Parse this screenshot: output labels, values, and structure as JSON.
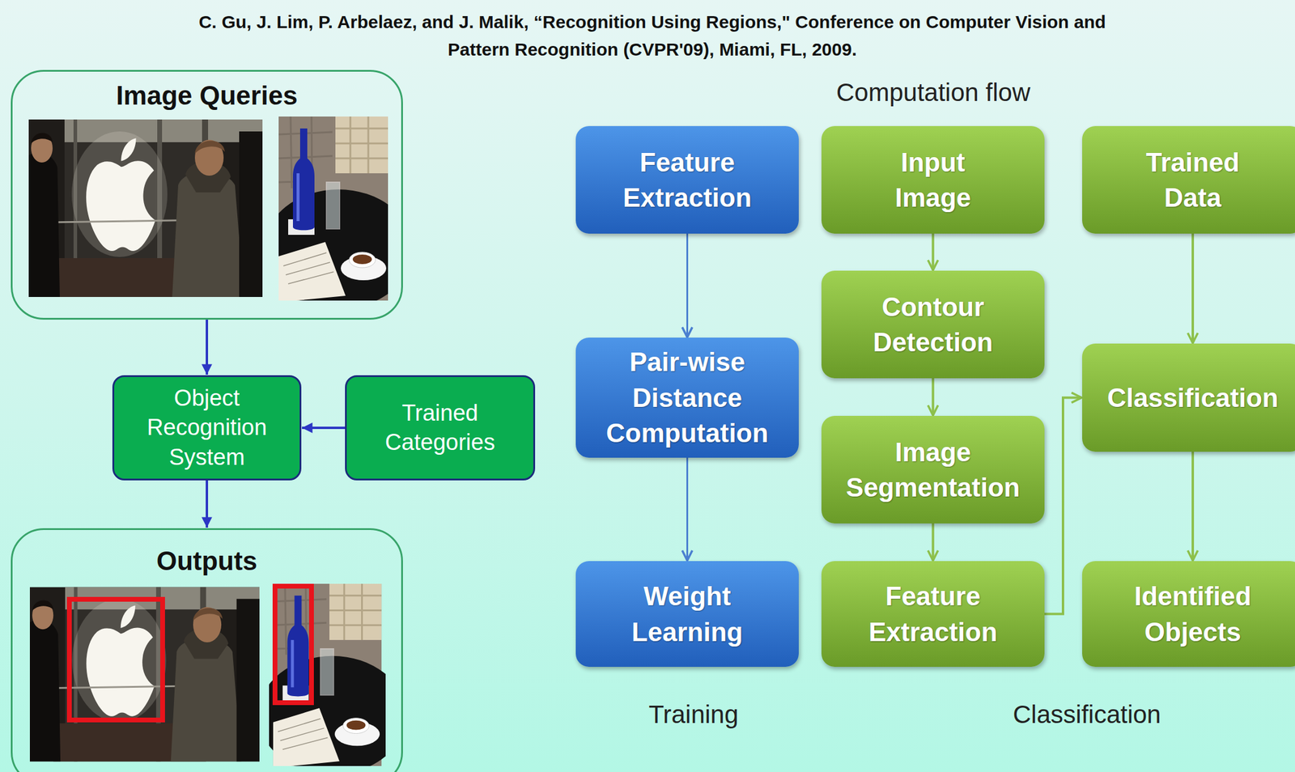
{
  "diagram": {
    "title": "C. Gu, J. Lim, P. Arbelaez, and J. Malik, “Recognition Using Regions,\" Conference on Computer Vision and Pattern Recognition (CVPR'09), Miami, FL, 2009.",
    "nodes": [
      {
        "text": [
          "Image Queries"
        ]
      },
      {
        "text": [
          "Object Recognition System"
        ]
      },
      {
        "text": [
          "Trained Categories"
        ]
      },
      {
        "text": [
          "Outputs"
        ]
      },
      {
        "text": [
          "Feature Extraction"
        ]
      },
      {
        "text": [
          "Input Image"
        ]
      },
      {
        "text": [
          "Trained Data"
        ]
      },
      {
        "text": [
          "Contour Detection"
        ]
      },
      {
        "text": [
          "Pair-wise Distance Computation"
        ]
      },
      {
        "text": [
          "Classification"
        ]
      },
      {
        "text": [
          "Image Segmentation"
        ]
      },
      {
        "text": [
          "Weight Learning"
        ]
      },
      {
        "text": [
          "Feature Extraction"
        ]
      },
      {
        "text": [
          "Identified Objects"
        ]
      }
    ],
    "edges": [
      {
        "from": 0,
        "to": 1,
        "arrow": "to"
      },
      {
        "from": 2,
        "to": 1,
        "arrow": "to"
      },
      {
        "from": 1,
        "to": 3,
        "arrow": "to"
      },
      {
        "from": 4,
        "to": 8,
        "arrow": "to"
      },
      {
        "from": 8,
        "to": 11,
        "arrow": "to"
      },
      {
        "from": 5,
        "to": 7,
        "arrow": "to"
      },
      {
        "from": 7,
        "to": 10,
        "arrow": "to"
      },
      {
        "from": 10,
        "to": 12,
        "arrow": "to"
      },
      {
        "from": 12,
        "to": 9,
        "arrow": "to"
      },
      {
        "from": 6,
        "to": 9,
        "arrow": "to"
      },
      {
        "from": 9,
        "to": 13,
        "arrow": "to"
      }
    ],
    "labels": [
      "Computation flow",
      "Training",
      "Classification"
    ]
  }
}
